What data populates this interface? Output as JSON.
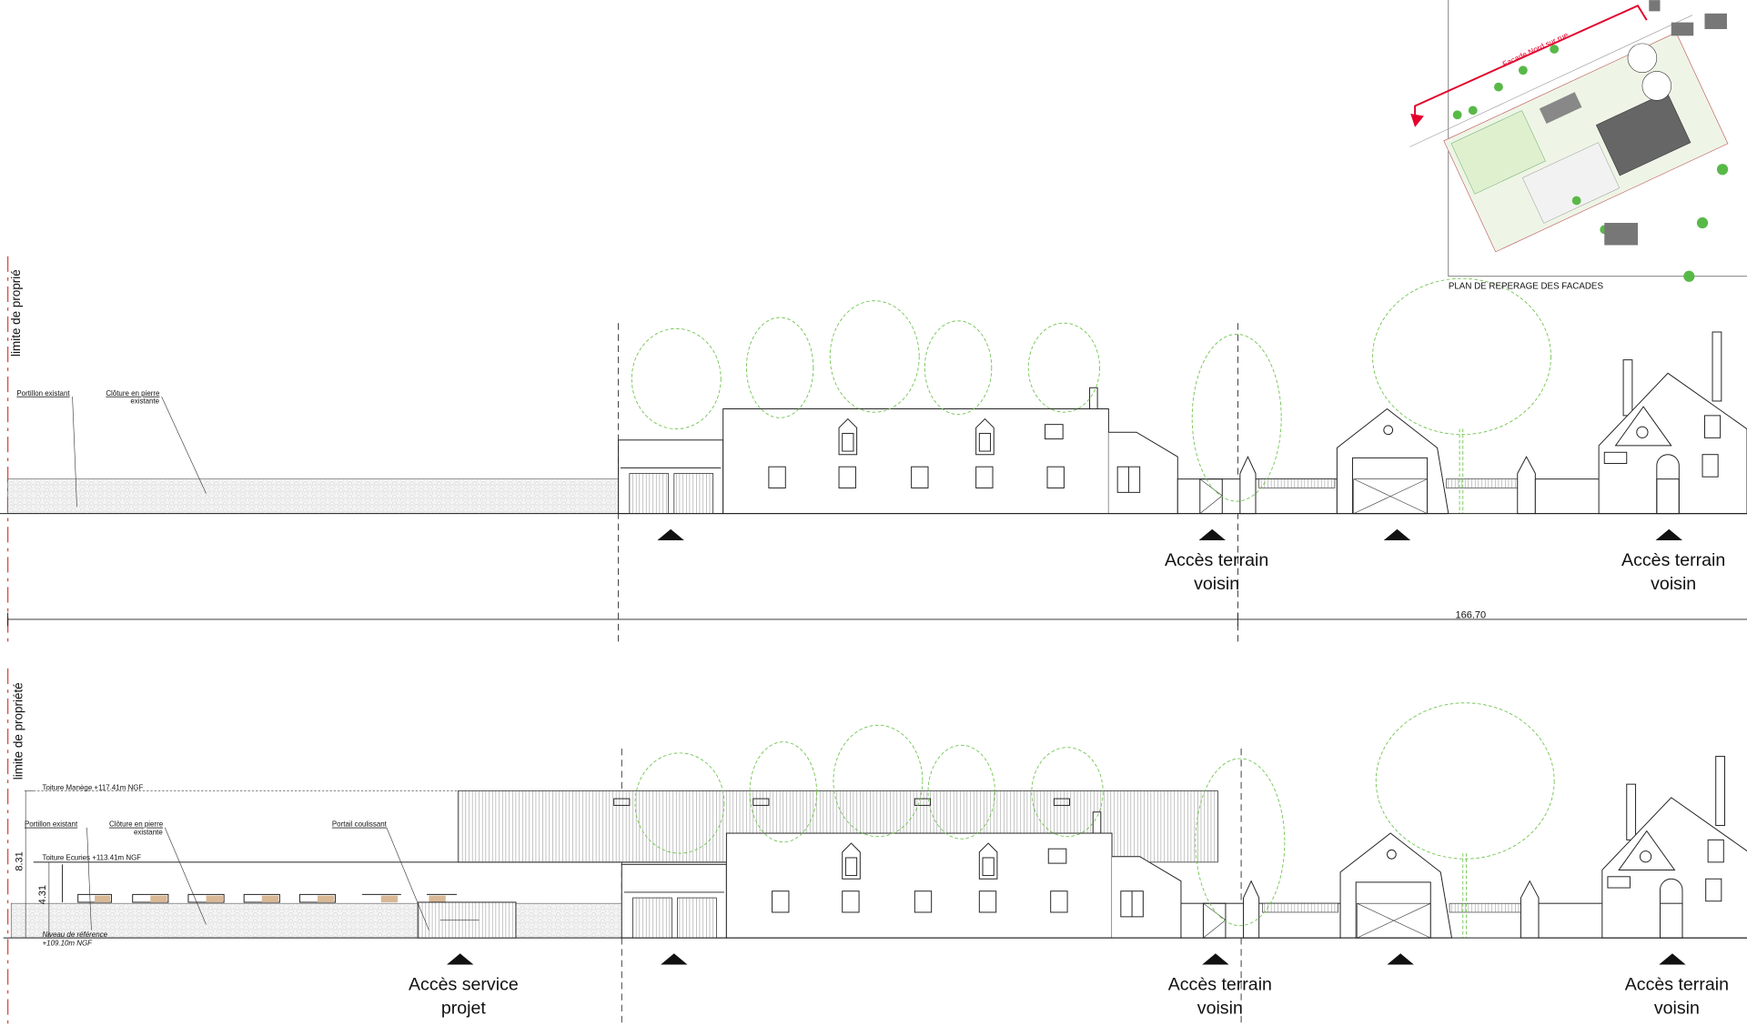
{
  "colors": {
    "property_line": "#d9534f",
    "vegetation": "#6cc24a",
    "orientation_arrow": "#e4002b"
  },
  "top_elevation": {
    "property_limit": "limite de proprié",
    "labels": {
      "portillon": "Portillon existant",
      "cloture_1": "Clôture en pierre",
      "cloture_2": "existante"
    },
    "access_1": [
      "Accès terrain",
      "voisin"
    ],
    "access_2": [
      "Accès terrain",
      "voisin"
    ],
    "dimension": "166.70"
  },
  "bottom_elevation": {
    "property_limit": "limite de propriété",
    "labels": {
      "toiture_manege": "Toiture Manège +117.41m NGF",
      "toiture_ecuries": "Toiture Ecuries +113.41m NGF",
      "portillon": "Portillon existant",
      "cloture_1": "Clôture en pierre",
      "cloture_2": "existante",
      "portail": "Portail coulissant",
      "niveau_1": "Niveau de référence",
      "niveau_2": "+109.10m NGF"
    },
    "dim_total": "8.31",
    "dim_ecuries": "4.31",
    "access_service": [
      "Accès service",
      "projet"
    ],
    "access_1": [
      "Accès terrain",
      "voisin"
    ],
    "access_2": [
      "Accès terrain",
      "voisin"
    ]
  },
  "plan": {
    "title": "PLAN DE REPERAGE DES FACADES",
    "arrow_label": "Facade Nord  sur rue"
  }
}
